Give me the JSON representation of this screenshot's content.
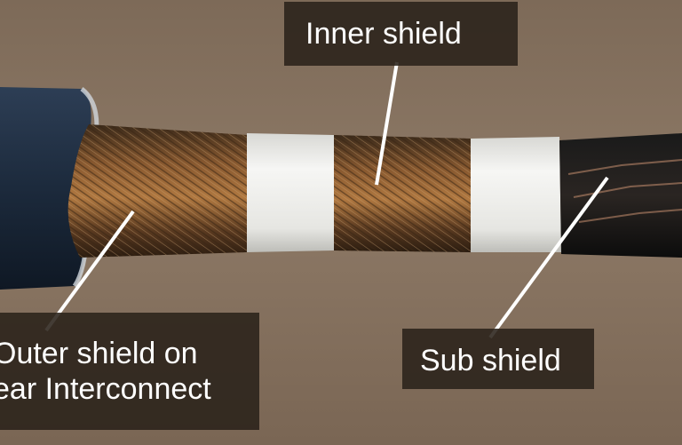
{
  "image": {
    "subject": "stripped coaxial cable shields",
    "colors": {
      "background": "#8a7663",
      "jacket": "#1c2a3c",
      "tape": "#eeeeec",
      "copper": "#7a4a28",
      "label_box": "#2a221a",
      "label_text": "#ffffff"
    }
  },
  "labels": {
    "inner": "Inner shield",
    "outer_line1": "Outer shield on",
    "outer_line2": "ear Interconnect",
    "sub": "Sub shield"
  }
}
